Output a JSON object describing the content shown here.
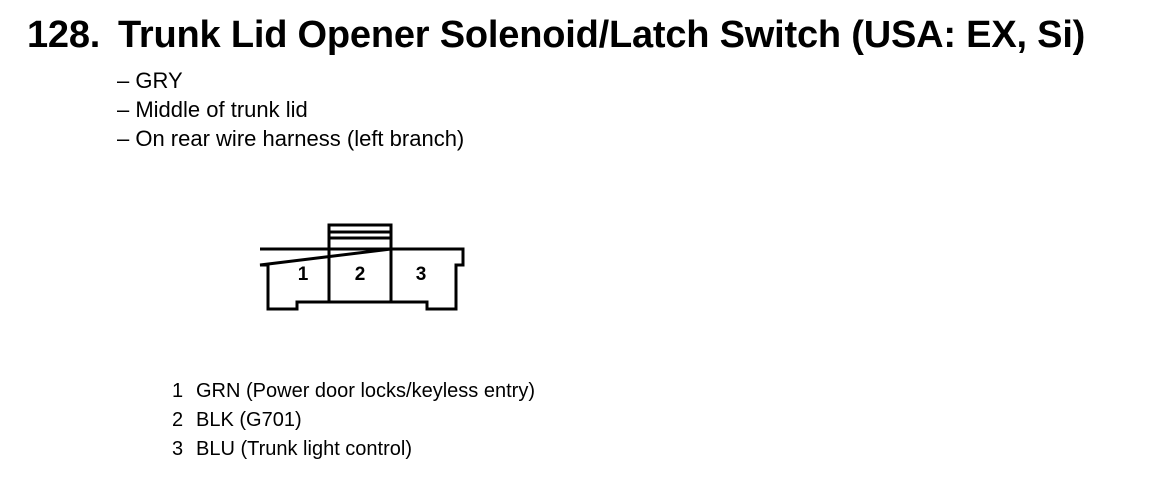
{
  "title": {
    "number": "128.",
    "text": "Trunk Lid Opener Solenoid/Latch Switch (USA: EX, Si)"
  },
  "details": [
    "– GRY",
    "– Middle of trunk lid",
    "– On rear wire harness (left branch)"
  ],
  "connector": {
    "pins": [
      "1",
      "2",
      "3"
    ]
  },
  "pinout": [
    {
      "num": "1",
      "text": "GRN (Power door locks/keyless entry)"
    },
    {
      "num": "2",
      "text": "BLK (G701)"
    },
    {
      "num": "3",
      "text": "BLU (Trunk light control)"
    }
  ]
}
